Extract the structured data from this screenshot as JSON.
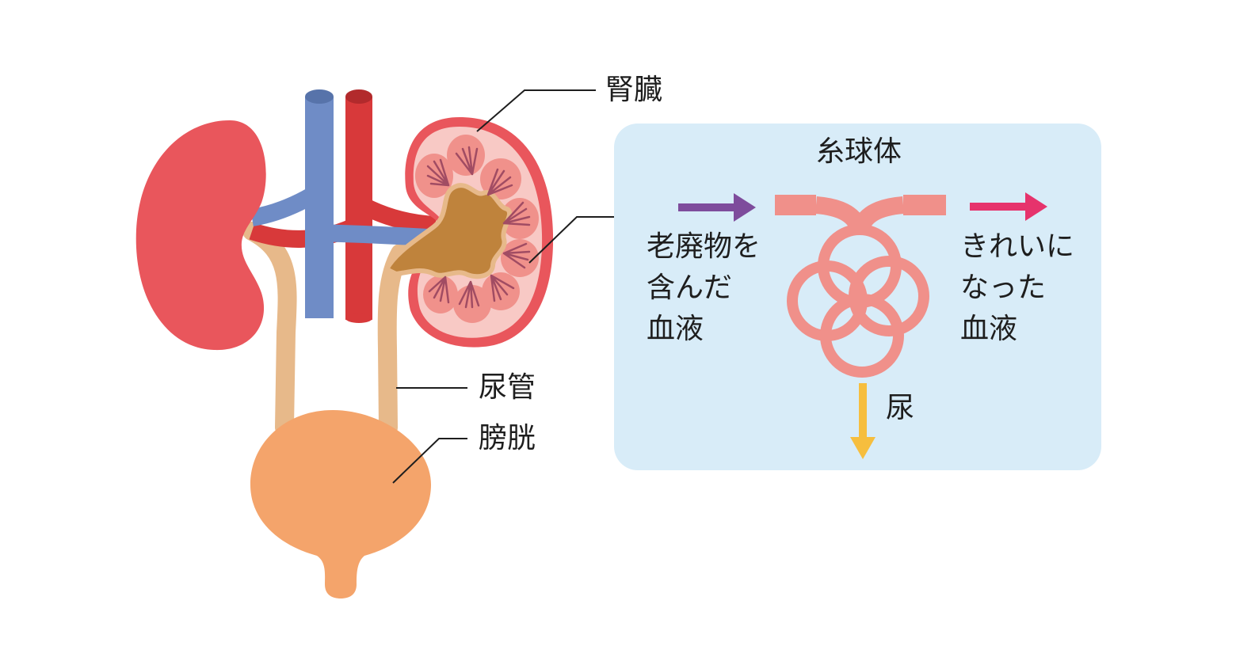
{
  "labels": {
    "kidney": "腎臓",
    "ureter": "尿管",
    "bladder": "膀胱"
  },
  "panel": {
    "title": "糸球体",
    "input": "老廃物を\n含んだ\n血液",
    "output": "きれいに\nなった\n血液",
    "urine": "尿"
  },
  "colors": {
    "kidney": "#e9565c",
    "vein": "#6f8cc6",
    "artery": "#d8393a",
    "ureter": "#e7b98a",
    "bladder": "#f4a46b",
    "cortex": "#f8c9c5",
    "pyramid": "#f0918b",
    "pelvis": "#bf833c",
    "panel_bg": "#d8ecf8",
    "glomerulus": "#f0908a",
    "arrow_in": "#7e4c9c",
    "arrow_out": "#e6336c",
    "arrow_urine": "#f6be3e"
  }
}
